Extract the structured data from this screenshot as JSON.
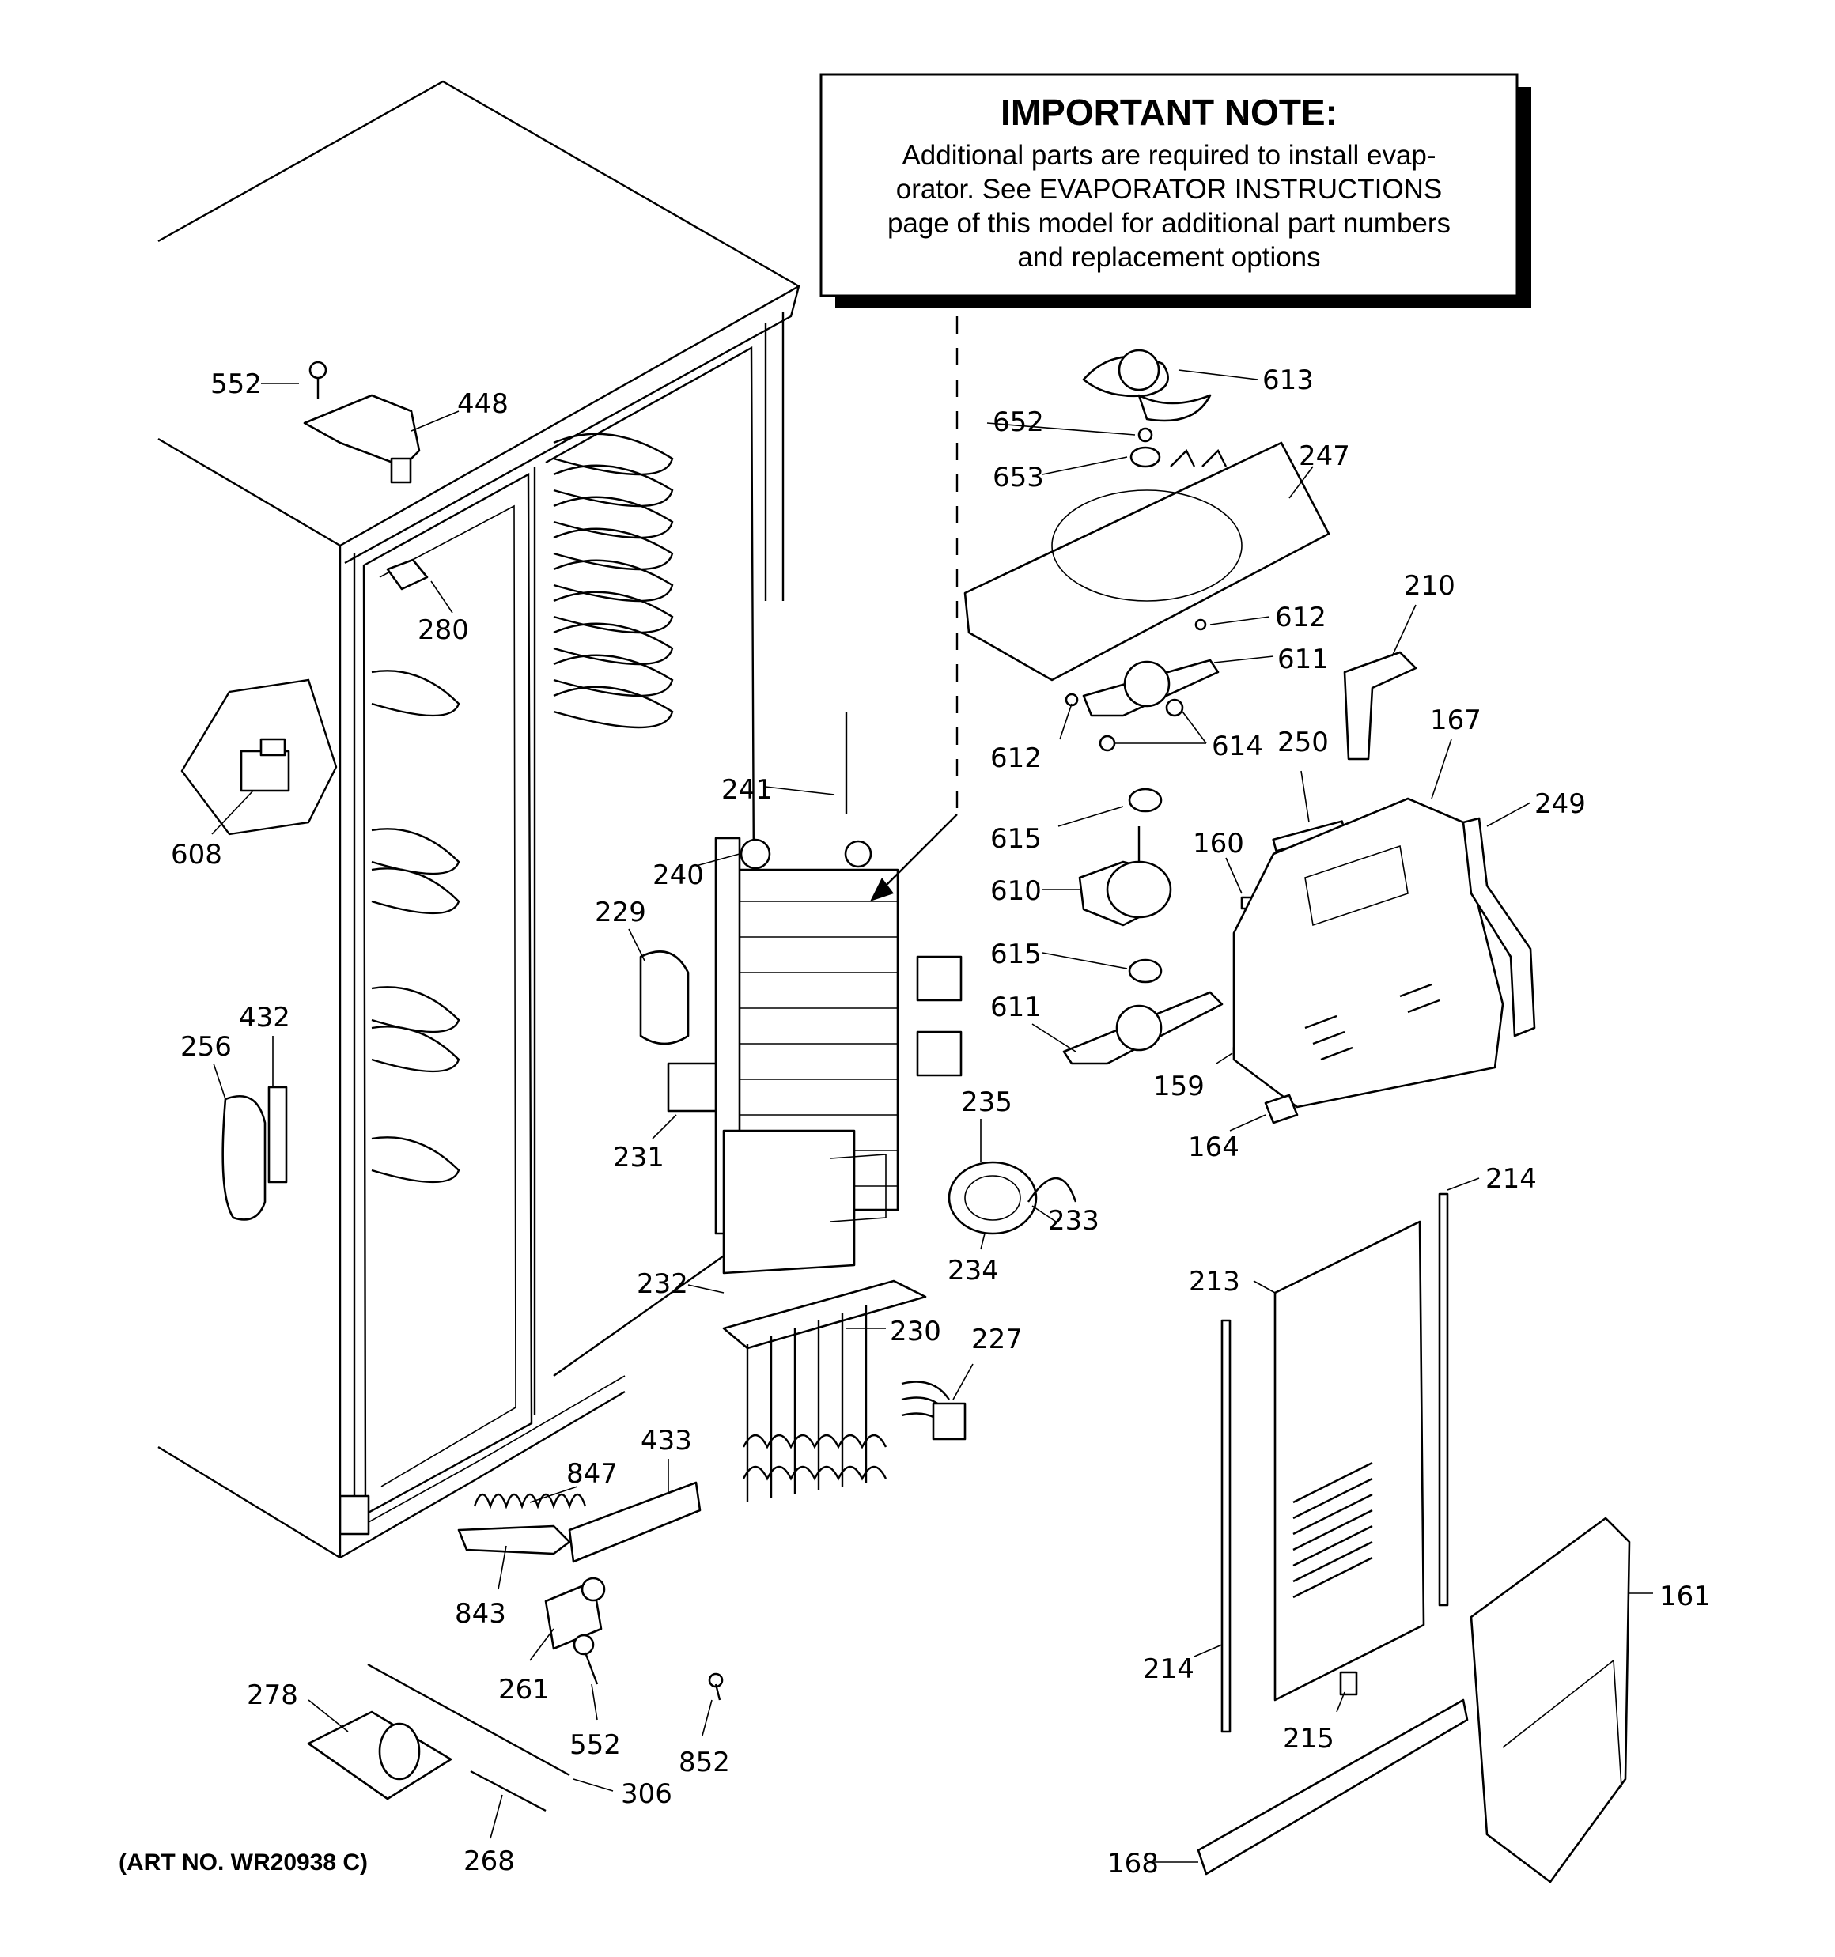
{
  "note": {
    "title": "IMPORTANT NOTE:",
    "lines": [
      "Additional parts are required to install evap-",
      "orator.  See EVAPORATOR INSTRUCTIONS",
      "page of this model for additional part numbers",
      "and replacement options"
    ]
  },
  "art_number": "(ART NO. WR20938 C)",
  "callouts": {
    "p552a": "552",
    "p448": "448",
    "p280": "280",
    "p608": "608",
    "p432": "432",
    "p256": "256",
    "p241": "241",
    "p240": "240",
    "p229": "229",
    "p231": "231",
    "p235": "235",
    "p233": "233",
    "p234": "234",
    "p232": "232",
    "p230": "230",
    "p227": "227",
    "p433": "433",
    "p847": "847",
    "p843": "843",
    "p261": "261",
    "p552b": "552",
    "p852": "852",
    "p278": "278",
    "p306": "306",
    "p268": "268",
    "p613": "613",
    "p652": "652",
    "p653": "653",
    "p247": "247",
    "p612a": "612",
    "p611a": "611",
    "p612b": "612",
    "p614": "614",
    "p210": "210",
    "p167": "167",
    "p250": "250",
    "p249": "249",
    "p615a": "615",
    "p610": "610",
    "p160": "160",
    "p615b": "615",
    "p611b": "611",
    "p159": "159",
    "p164": "164",
    "p214a": "214",
    "p213": "213",
    "p214b": "214",
    "p215": "215",
    "p161": "161",
    "p168": "168"
  }
}
